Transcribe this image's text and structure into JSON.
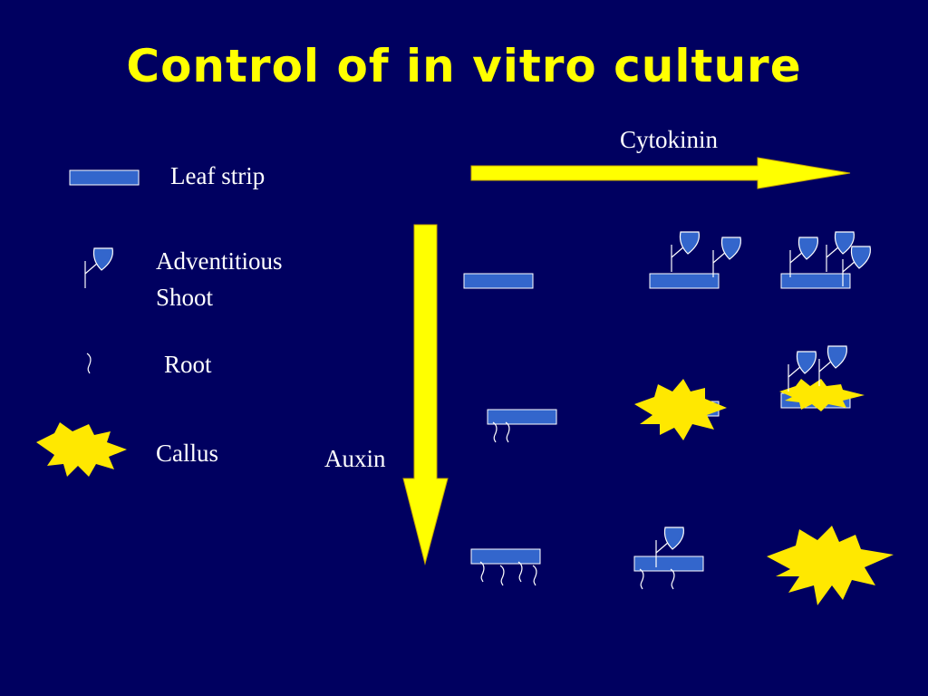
{
  "title": "Control of in vitro culture",
  "legend": {
    "leaf_strip": "Leaf strip",
    "adventitious_line1": "Adventitious",
    "adventitious_line2": "Shoot",
    "root": "Root",
    "callus": "Callus"
  },
  "axes": {
    "horizontal": "Cytokinin",
    "vertical": "Auxin"
  },
  "colors": {
    "background": "#000060",
    "accent": "#FFFF00",
    "strip": "#3366CC",
    "text": "#FFFFFF"
  }
}
